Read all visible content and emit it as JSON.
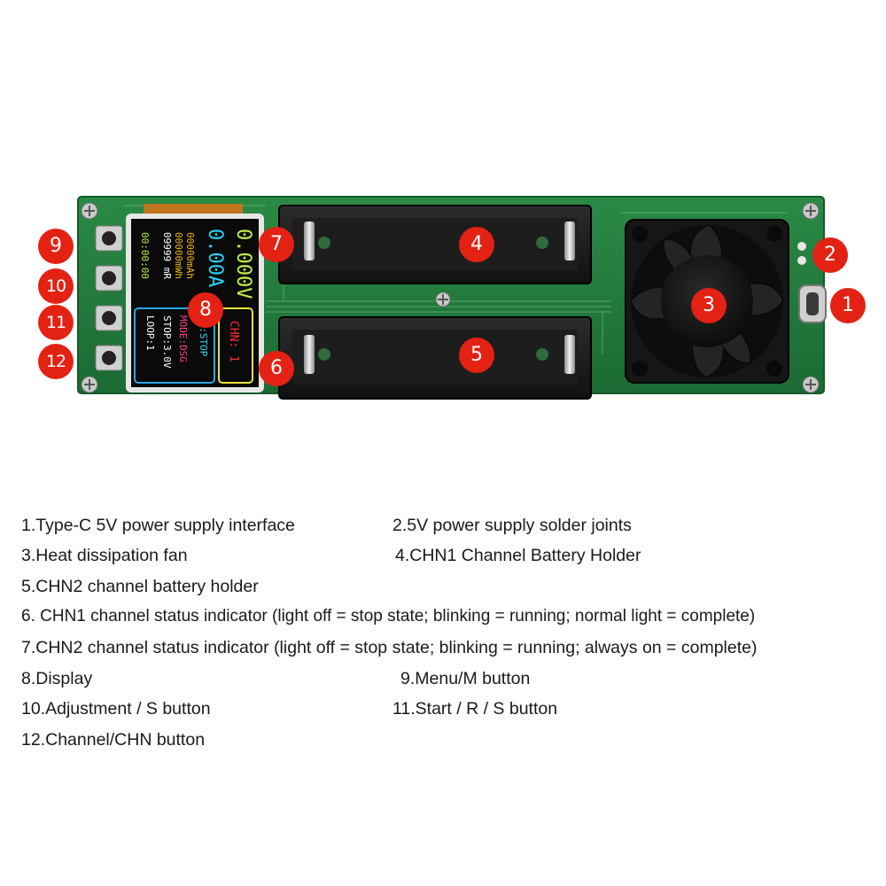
{
  "board": {
    "markers": [
      "1",
      "2",
      "3",
      "4",
      "5",
      "6",
      "7",
      "8",
      "9",
      "10",
      "11",
      "12"
    ]
  },
  "display": {
    "lines": {
      "c1": [
        "0.000V",
        "0.00A"
      ],
      "c2": [
        "00000mAh",
        "00000mWh",
        "09999 mR"
      ],
      "c3": [
        "00:00:00"
      ],
      "c4": [
        "MODE:DSG",
        "STOP:3.0V",
        "LOOP:1"
      ],
      "c5": [
        "TA:STOP"
      ],
      "c6": [
        "CHN: 1"
      ]
    }
  },
  "legend": [
    "1.Type-C 5V power supply interface",
    "2.5V power supply solder joints",
    "3.Heat dissipation fan",
    "4.CHN1 Channel Battery Holder",
    "5.CHN2 channel battery holder",
    "6. CHN1 channel status indicator (light off = stop state; blinking = running; normal light = complete)",
    "7.CHN2 channel status indicator (light off = stop state; blinking = running; always on = complete)",
    "8.Display",
    "9.Menu/M button",
    "10.Adjustment / S button",
    "11.Start / R / S button",
    "12.Channel/CHN button"
  ],
  "colors": {
    "pcb": "#1f7a3a",
    "pcb_dark": "#17602c",
    "marker": "#e32214",
    "holder": "#1b1b1b",
    "fan": "#151515"
  }
}
